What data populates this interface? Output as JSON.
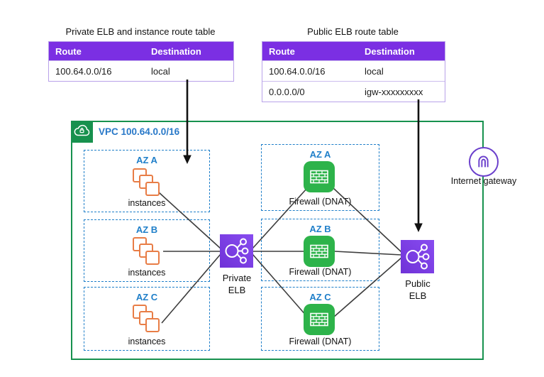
{
  "tables": {
    "private": {
      "title": "Private ELB and instance route table",
      "headers": {
        "route": "Route",
        "destination": "Destination"
      },
      "rows": [
        {
          "route": "100.64.0.0/16",
          "destination": "local"
        }
      ]
    },
    "public": {
      "title": "Public ELB route table",
      "headers": {
        "route": "Route",
        "destination": "Destination"
      },
      "rows": [
        {
          "route": "100.64.0.0/16",
          "destination": "local"
        },
        {
          "route": "0.0.0.0/0",
          "destination": "igw-xxxxxxxxx"
        }
      ]
    }
  },
  "vpc": {
    "label": "VPC 100.64.0.0/16"
  },
  "instance_azs": [
    {
      "label": "AZ A",
      "caption": "instances"
    },
    {
      "label": "AZ B",
      "caption": "instances"
    },
    {
      "label": "AZ C",
      "caption": "instances"
    }
  ],
  "firewall_azs": [
    {
      "label": "AZ A",
      "caption": "Firewall (DNAT)"
    },
    {
      "label": "AZ B",
      "caption": "Firewall (DNAT)"
    },
    {
      "label": "AZ C",
      "caption": "Firewall (DNAT)"
    }
  ],
  "nodes": {
    "private_elb": {
      "line1": "Private",
      "line2": "ELB"
    },
    "public_elb": {
      "line1": "Public",
      "line2": "ELB"
    },
    "internet_gateway": {
      "label": "Internet gateway"
    }
  },
  "colors": {
    "table_header_bg": "#7b2fe3",
    "table_border": "#b9a2e9",
    "vpc_green": "#17914e",
    "az_blue": "#1f7fc9",
    "instance_orange": "#e87d46",
    "firewall_green": "#2db34a",
    "elb_purple": "#7b3be8",
    "igw_purple": "#6b40cc",
    "connector_gray": "#3d3d3d"
  }
}
